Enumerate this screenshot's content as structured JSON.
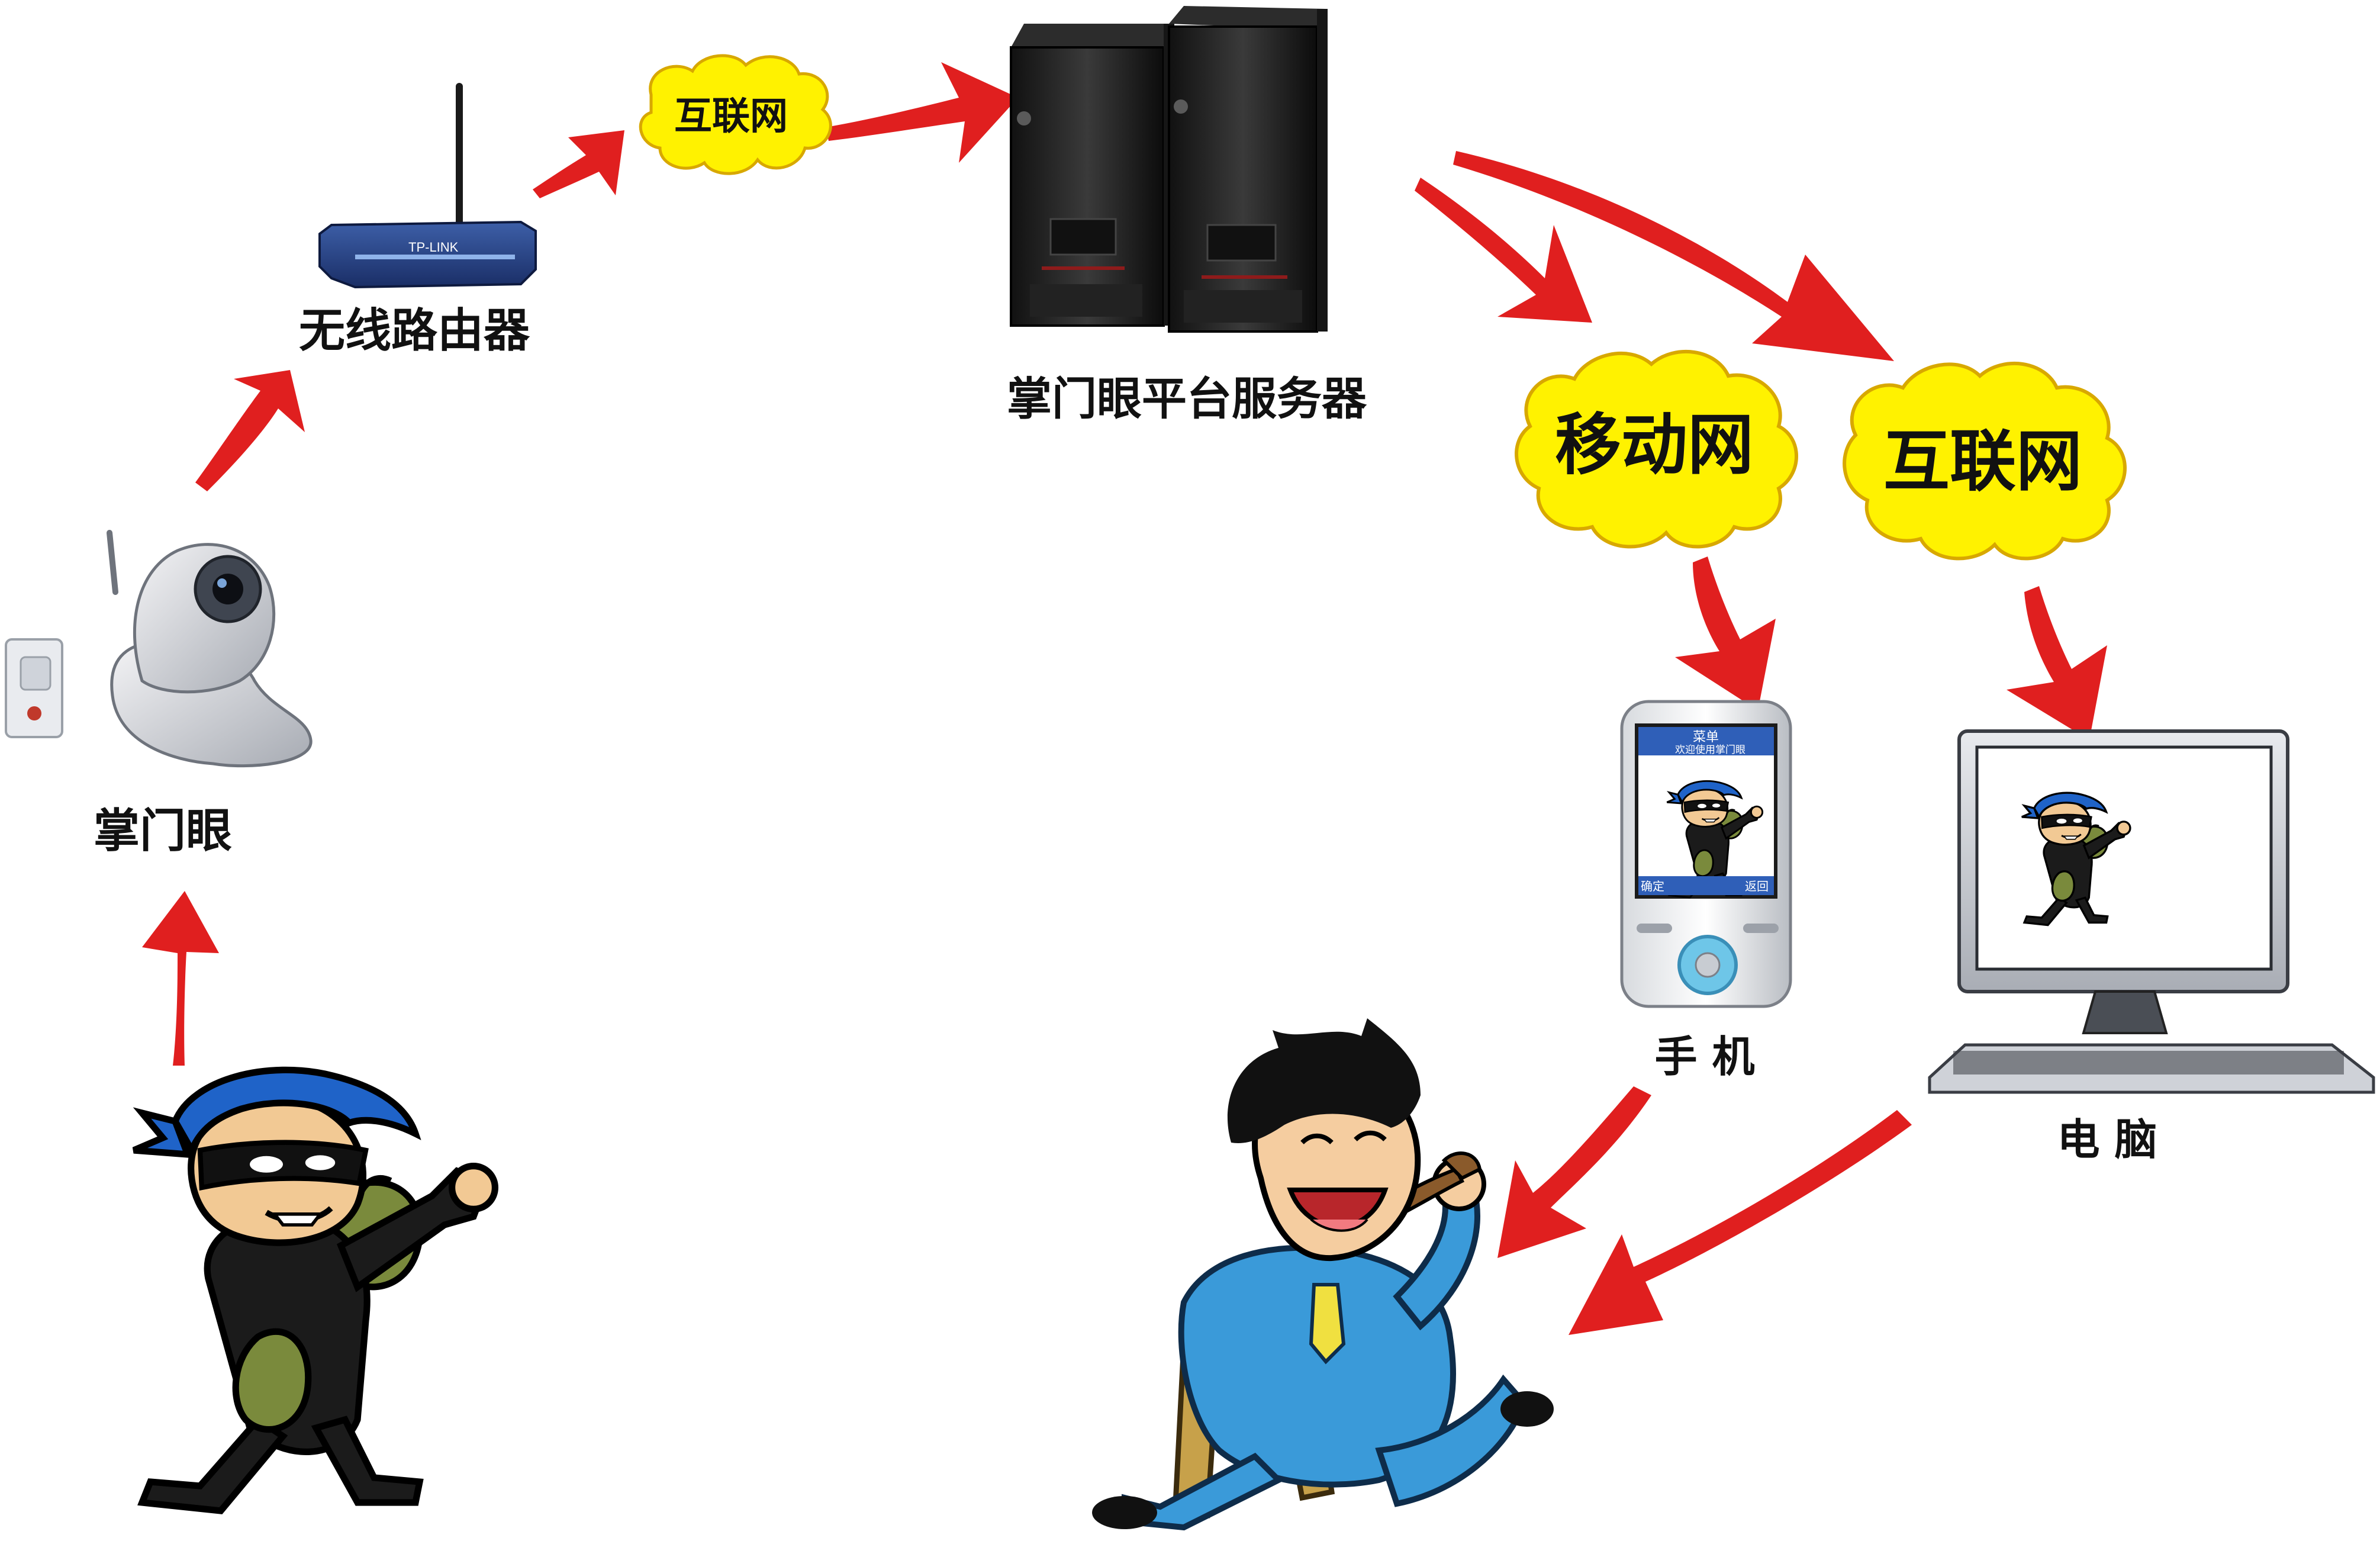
{
  "labels": {
    "camera": "掌门眼",
    "router": "无线路由器",
    "server": "掌门眼平台服务器",
    "phone": "手 机",
    "computer": "电 脑"
  },
  "clouds": {
    "internet_small": "互联网",
    "mobile_network": "移动网",
    "internet_large": "互联网"
  },
  "phone_screen": {
    "title": "菜单",
    "welcome": "欢迎使用掌门眼",
    "softkey_left": "确定",
    "softkey_right": "返回"
  },
  "device_text": {
    "router_brand": "TP-LINK"
  },
  "colors": {
    "arrow": "#e01f1f",
    "cloud_fill": "#fff200",
    "cloud_stroke": "#d8a800",
    "thief_bandana": "#1f63c8",
    "owner_suit": "#3a9ad9"
  }
}
